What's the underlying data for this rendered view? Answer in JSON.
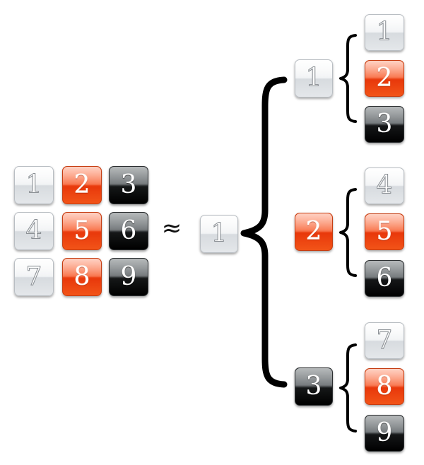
{
  "grid": {
    "tiles": [
      {
        "label": "1",
        "style": "light"
      },
      {
        "label": "2",
        "style": "red"
      },
      {
        "label": "3",
        "style": "dark"
      },
      {
        "label": "4",
        "style": "light"
      },
      {
        "label": "5",
        "style": "red"
      },
      {
        "label": "6",
        "style": "dark"
      },
      {
        "label": "7",
        "style": "light"
      },
      {
        "label": "8",
        "style": "red"
      },
      {
        "label": "9",
        "style": "dark"
      }
    ]
  },
  "approx_symbol": "≈",
  "root": {
    "label": "1",
    "style": "light"
  },
  "branches": [
    {
      "label": "1",
      "style": "light",
      "children": [
        {
          "label": "1",
          "style": "light"
        },
        {
          "label": "2",
          "style": "red"
        },
        {
          "label": "3",
          "style": "dark"
        }
      ]
    },
    {
      "label": "2",
      "style": "red",
      "children": [
        {
          "label": "4",
          "style": "light"
        },
        {
          "label": "5",
          "style": "red"
        },
        {
          "label": "6",
          "style": "dark"
        }
      ]
    },
    {
      "label": "3",
      "style": "dark",
      "children": [
        {
          "label": "7",
          "style": "light"
        },
        {
          "label": "8",
          "style": "red"
        },
        {
          "label": "9",
          "style": "dark"
        }
      ]
    }
  ],
  "colors": {
    "light": "#eef0f2",
    "red": "#f04a18",
    "dark": "#111213",
    "brace": "#000000"
  }
}
